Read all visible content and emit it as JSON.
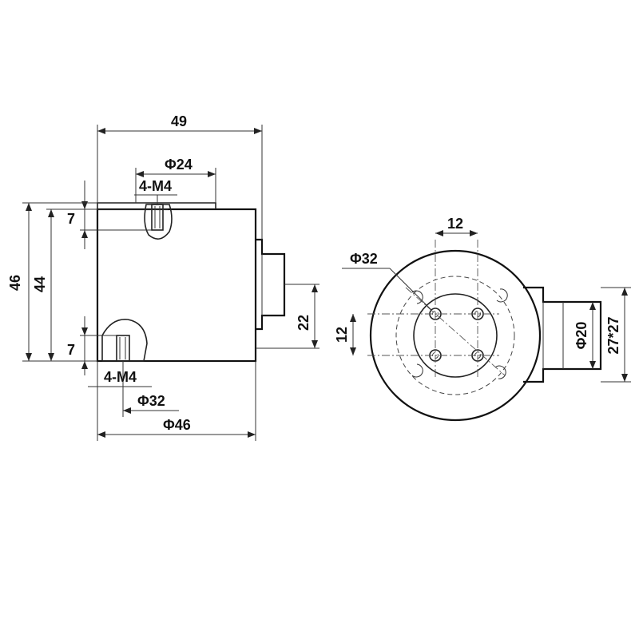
{
  "side_view": {
    "dim_length": "49",
    "dim_top_pcd": "Φ24",
    "dim_top_thread": "4-M4",
    "dim_top_depth": "7",
    "dim_height_outer": "46",
    "dim_height_inner": "44",
    "dim_shaft": "22",
    "dim_bottom_depth": "7",
    "dim_bottom_thread": "4-M4",
    "dim_bottom_pcd": "Φ32",
    "dim_diameter": "Φ46"
  },
  "end_view": {
    "dim_hole_spacing_h": "12",
    "dim_pcd": "Φ32",
    "dim_hole_spacing_v": "12",
    "dim_shaft_dia": "Φ20",
    "dim_square": "27*27"
  }
}
